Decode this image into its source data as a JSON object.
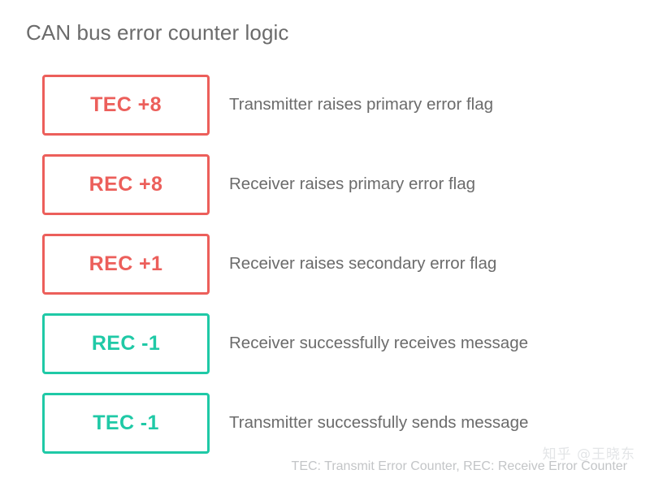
{
  "title": "CAN bus error counter logic",
  "colors": {
    "error_red": "#ec5f5b",
    "success_teal": "#1fc9a6",
    "text_gray": "#6b6b6b",
    "footnote_gray": "#c3c5c7",
    "watermark_gray": "#e3e5e7",
    "background": "#ffffff"
  },
  "rows": [
    {
      "counter": "TEC +8",
      "tone": "error",
      "description": "Transmitter raises primary error flag"
    },
    {
      "counter": "REC +8",
      "tone": "error",
      "description": "Receiver raises primary error flag"
    },
    {
      "counter": "REC +1",
      "tone": "error",
      "description": "Receiver raises secondary error flag"
    },
    {
      "counter": "REC -1",
      "tone": "success",
      "description": "Receiver successfully receives message"
    },
    {
      "counter": "TEC -1",
      "tone": "success",
      "description": "Transmitter successfully sends message"
    }
  ],
  "footnote": "TEC: Transmit Error Counter, REC: Receive Error Counter",
  "watermark": "知乎 @王晓东"
}
